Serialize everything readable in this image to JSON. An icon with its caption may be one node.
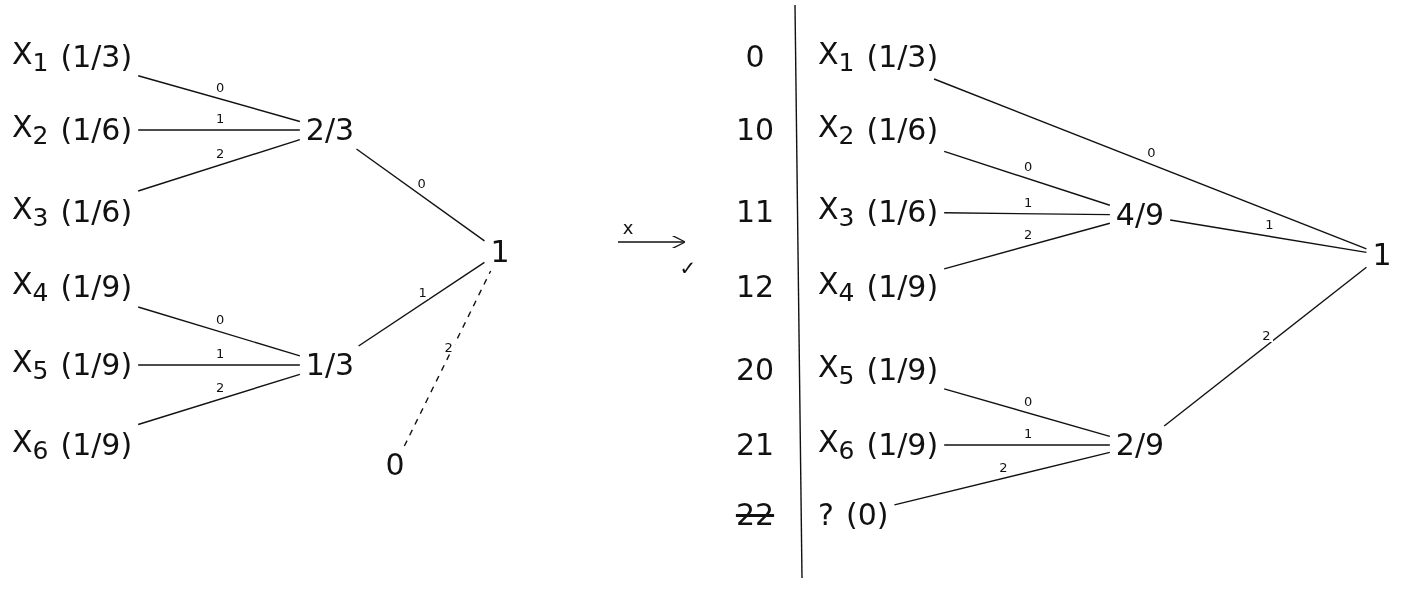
{
  "diagram": {
    "nodes": [
      {
        "text": [
          "X$_{1}$",
          "(1/3)"
        ]
      },
      {
        "text": [
          "X$_{2}$",
          "(1/6)"
        ]
      },
      {
        "text": [
          "X$_{3}$",
          "(1/6)"
        ]
      },
      {
        "text": [
          "X$_{4}$",
          "(1/9)"
        ]
      },
      {
        "text": [
          "X$_{5}$",
          "(1/9)"
        ]
      },
      {
        "text": [
          "X$_{6}$",
          "(1/9)"
        ]
      },
      {
        "text": [
          "2/3"
        ]
      },
      {
        "text": [
          "1/3"
        ]
      },
      {
        "text": [
          "1"
        ]
      },
      {
        "text": [
          "0"
        ]
      },
      {
        "text": [
          "X$_{1}$",
          "(1/3)"
        ]
      },
      {
        "text": [
          "X$_{2}$",
          "(1/6)"
        ]
      },
      {
        "text": [
          "X$_{3}$",
          "(1/6)"
        ]
      },
      {
        "text": [
          "X$_{4}$",
          "(1/9)"
        ]
      },
      {
        "text": [
          "X$_{5}$",
          "(1/9)"
        ]
      },
      {
        "text": [
          "X$_{6}$",
          "(1/9)"
        ]
      },
      {
        "text": [
          "?",
          "(0)"
        ]
      },
      {
        "text": [
          "4/9"
        ]
      },
      {
        "text": [
          "2/9"
        ]
      },
      {
        "text": [
          "1"
        ]
      }
    ],
    "edges": [
      {
        "from": 0,
        "to": 6,
        "arrow": "none",
        "label": "0"
      },
      {
        "from": 1,
        "to": 6,
        "arrow": "none",
        "label": "1"
      },
      {
        "from": 2,
        "to": 6,
        "arrow": "none",
        "label": "2"
      },
      {
        "from": 3,
        "to": 7,
        "arrow": "none",
        "label": "0"
      },
      {
        "from": 4,
        "to": 7,
        "arrow": "none",
        "label": "1"
      },
      {
        "from": 5,
        "to": 7,
        "arrow": "none",
        "label": "2"
      },
      {
        "from": 6,
        "to": 8,
        "arrow": "none",
        "label": "0"
      },
      {
        "from": 7,
        "to": 8,
        "arrow": "none",
        "label": "1"
      },
      {
        "from": 9,
        "to": 8,
        "arrow": "none",
        "label": "2",
        "style": "dashed"
      },
      {
        "from": 11,
        "to": 17,
        "arrow": "none",
        "label": "0"
      },
      {
        "from": 12,
        "to": 17,
        "arrow": "none",
        "label": "1"
      },
      {
        "from": 13,
        "to": 17,
        "arrow": "none",
        "label": "2"
      },
      {
        "from": 14,
        "to": 18,
        "arrow": "none",
        "label": "0"
      },
      {
        "from": 15,
        "to": 18,
        "arrow": "none",
        "label": "1"
      },
      {
        "from": 16,
        "to": 18,
        "arrow": "none",
        "label": "2"
      },
      {
        "from": 10,
        "to": 19,
        "arrow": "none",
        "label": "0"
      },
      {
        "from": 17,
        "to": 19,
        "arrow": "none",
        "label": "1"
      },
      {
        "from": 18,
        "to": 19,
        "arrow": "none",
        "label": "2"
      }
    ],
    "labels": [
      "x",
      "✓",
      "0",
      "10",
      "11",
      "12",
      "20",
      "21",
      "22"
    ]
  }
}
